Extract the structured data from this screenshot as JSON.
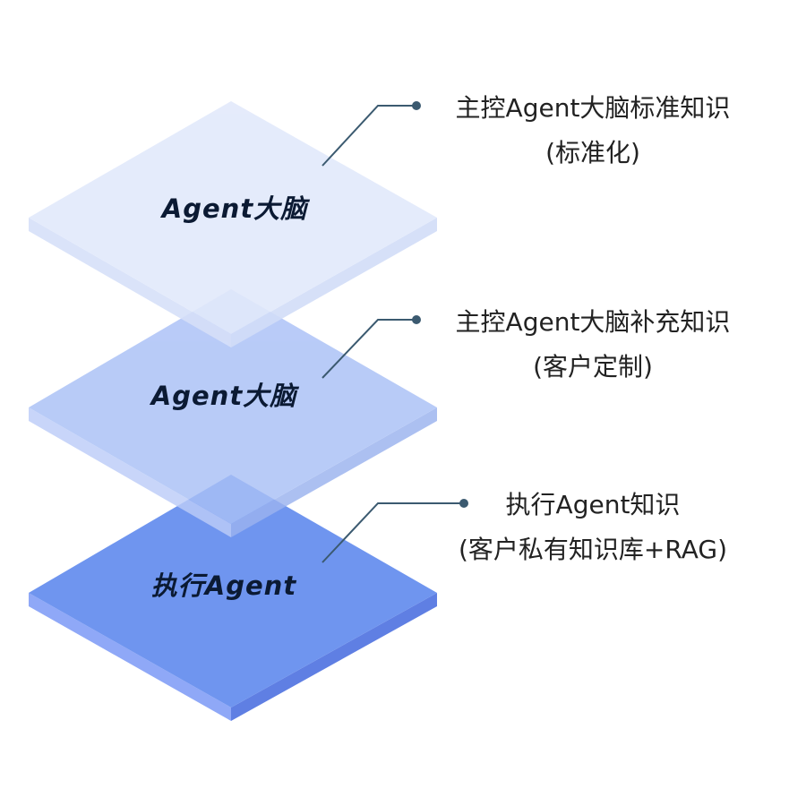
{
  "layers": [
    {
      "label": "执行Agent",
      "colors": {
        "top": "#6f95ef",
        "left": "#8fa8f7",
        "right": "#5f7fe3"
      },
      "opacity": 1
    },
    {
      "label": "Agent大脑",
      "colors": {
        "top": "#a9c0f6",
        "left": "#bccdf8",
        "right": "#9bb3ef"
      },
      "opacity": 0.82
    },
    {
      "label": "Agent大脑",
      "colors": {
        "top": "#e2e9fb",
        "left": "#d6e0f9",
        "right": "#d2ddf8"
      },
      "opacity": 0.9
    }
  ],
  "callouts": [
    {
      "line1": "主控Agent大脑标准知识",
      "line2": "(标准化)"
    },
    {
      "line1": "主控Agent大脑补充知识",
      "line2": "(客户定制)"
    },
    {
      "line1": "执行Agent知识",
      "line2": "(客户私有知识库+RAG)"
    }
  ]
}
